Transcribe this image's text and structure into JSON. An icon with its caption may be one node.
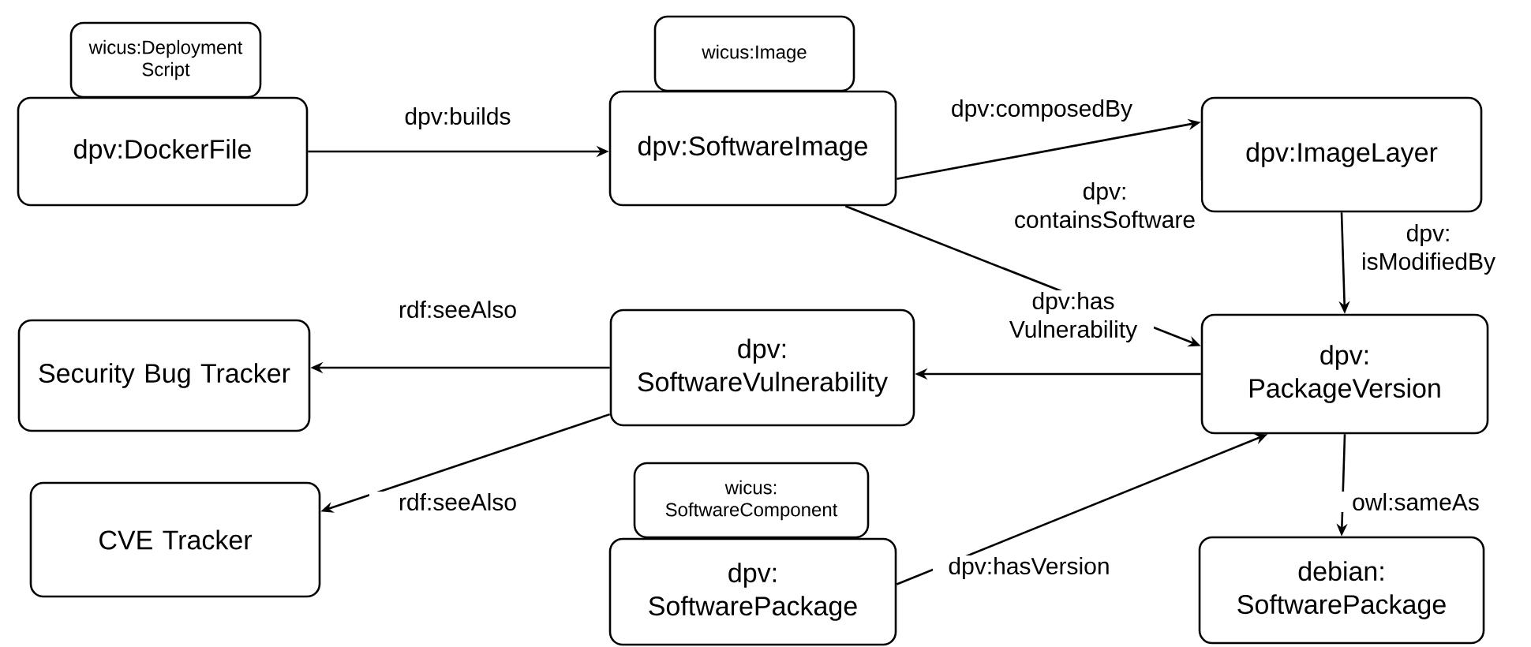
{
  "diagram": {
    "nodes": [
      {
        "text": [
          "wicus:Deployment Script"
        ]
      },
      {
        "text": [
          "dpv:DockerFile"
        ]
      },
      {
        "text": [
          "wicus:Image"
        ]
      },
      {
        "text": [
          "dpv:SoftwareImage"
        ]
      },
      {
        "text": [
          "dpv:ImageLayer"
        ]
      },
      {
        "text": [
          "Security Bug Tracker"
        ]
      },
      {
        "text": [
          "dpv: SoftwareVulnerability"
        ]
      },
      {
        "text": [
          "dpv: PackageVersion"
        ]
      },
      {
        "text": [
          "CVE Tracker"
        ]
      },
      {
        "text": [
          "wicus: SoftwareComponent"
        ]
      },
      {
        "text": [
          "dpv: SoftwarePackage"
        ]
      },
      {
        "text": [
          "debian: SoftwarePackage"
        ]
      }
    ],
    "edges": [
      {
        "from": 1,
        "to": 3,
        "arrow": "to",
        "label": "dpv:builds"
      },
      {
        "from": 3,
        "to": 4,
        "arrow": "to",
        "label": "dpv:composedBy"
      },
      {
        "from": 3,
        "to": 7,
        "arrow": "to",
        "label": "dpv: containsSoftware"
      },
      {
        "from": 4,
        "to": 7,
        "arrow": "to",
        "label": "dpv: isModifiedBy"
      },
      {
        "from": 7,
        "to": 6,
        "arrow": "to",
        "label": "dpv:has Vulnerability"
      },
      {
        "from": 6,
        "to": 5,
        "arrow": "to",
        "label": "rdf:seeAlso"
      },
      {
        "from": 6,
        "to": 8,
        "arrow": "to",
        "label": "rdf:seeAlso"
      },
      {
        "from": 10,
        "to": 7,
        "arrow": "to",
        "label": "dpv:hasVersion"
      },
      {
        "from": 7,
        "to": 11,
        "arrow": "to",
        "label": "owl:sameAs"
      }
    ]
  }
}
